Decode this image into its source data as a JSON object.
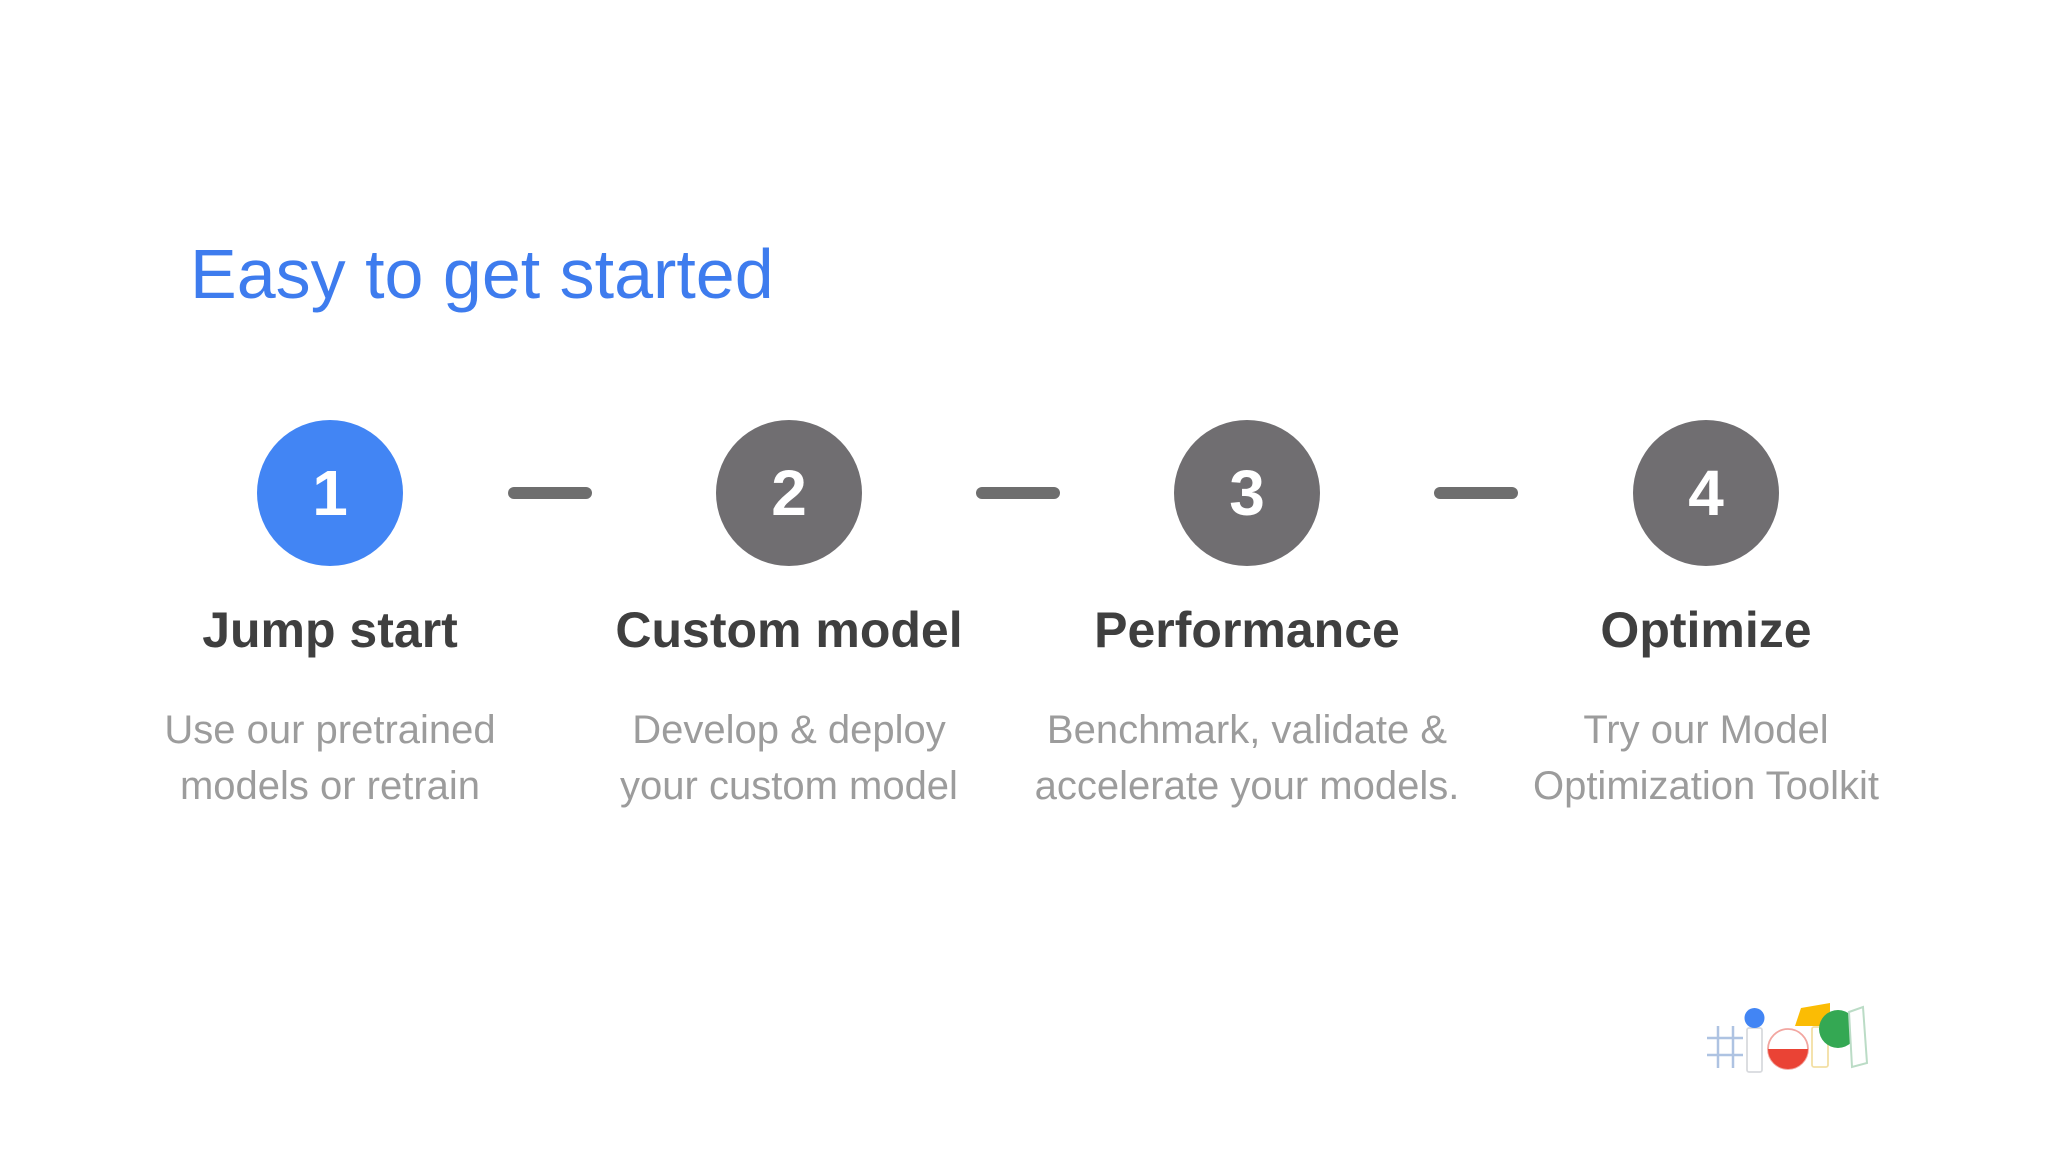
{
  "slide": {
    "title": "Easy to get started",
    "steps": [
      {
        "number": "1",
        "title": "Jump start",
        "desc_line1": "Use our pretrained",
        "desc_line2": "models or retrain",
        "active": true
      },
      {
        "number": "2",
        "title": "Custom model",
        "desc_line1": "Develop & deploy",
        "desc_line2": "your custom model",
        "active": false
      },
      {
        "number": "3",
        "title": "Performance",
        "desc_line1": "Benchmark, validate &",
        "desc_line2": "accelerate your models.",
        "active": false
      },
      {
        "number": "4",
        "title": "Optimize",
        "desc_line1": "Try our Model",
        "desc_line2": "Optimization Toolkit",
        "active": false
      }
    ],
    "logo": {
      "text": "#io19",
      "name": "google-io-2019-logo"
    },
    "colors": {
      "title_blue": "#3e7cee",
      "active_circle_blue": "#4285f4",
      "inactive_circle_gray": "#706e71",
      "dash_gray": "#6e6e6e",
      "step_title_gray": "#3f3f3f",
      "description_gray": "#9c9c9c",
      "logo_blue": "#4285f4",
      "logo_red": "#ea4335",
      "logo_yellow": "#fbbc04",
      "logo_green": "#34a853",
      "background": "#ffffff"
    }
  }
}
